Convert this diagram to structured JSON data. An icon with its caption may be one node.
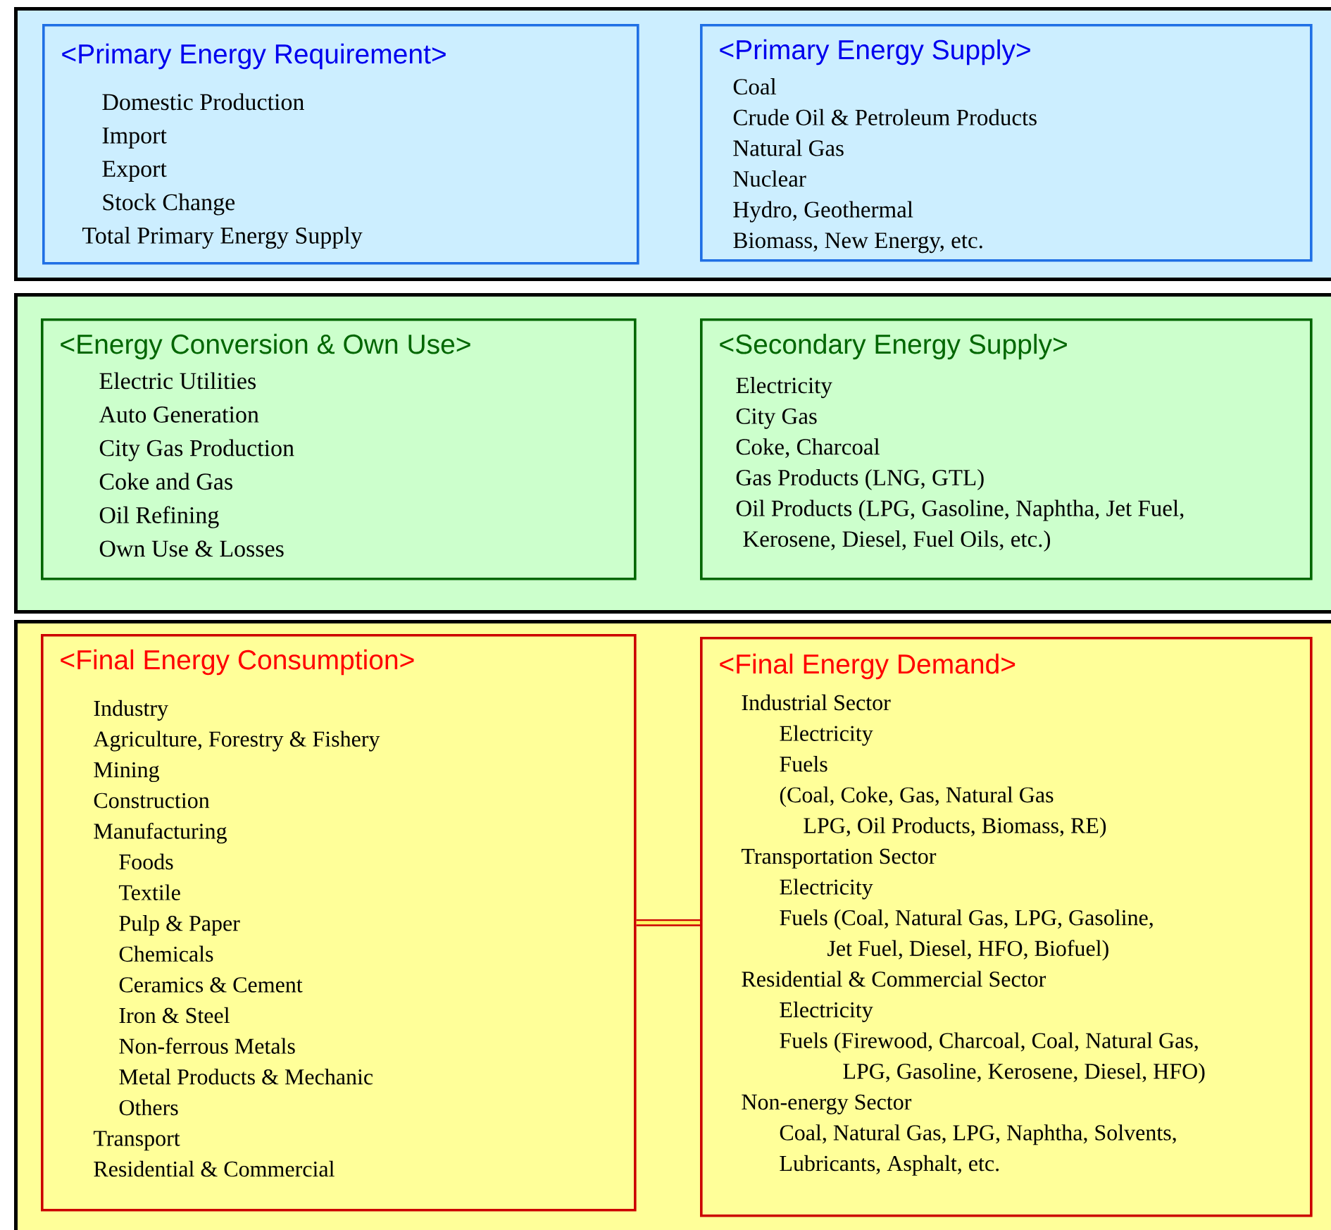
{
  "diagram": {
    "nodes": [
      {
        "text": [],
        "shape": "box"
      },
      {
        "text": [
          "<Primary Energy Requirement>",
          "Domestic Production",
          "Import",
          "Export",
          "Stock Change",
          "Total Primary Energy Supply"
        ],
        "in": 0
      },
      {
        "text": [
          "<Primary Energy Supply>",
          "Coal",
          "Crude Oil & Petroleum Products",
          "Natural Gas",
          "Nuclear",
          "Hydro, Geothermal",
          "Biomass, New Energy, etc."
        ],
        "in": 0
      },
      {
        "text": [],
        "shape": "box"
      },
      {
        "text": [
          "<Energy Conversion & Own Use>",
          "Electric Utilities",
          "Auto Generation",
          "City Gas Production",
          "Coke and Gas",
          "Oil Refining",
          "Own Use & Losses"
        ],
        "in": 3
      },
      {
        "text": [
          "<Secondary Energy Supply>",
          "Electricity",
          "City Gas",
          "Coke, Charcoal",
          "Gas Products (LNG, GTL)",
          "Oil Products (LPG, Gasoline, Naphtha, Jet Fuel, Kerosene, Diesel, Fuel Oils, etc.)"
        ],
        "in": 3
      },
      {
        "text": [],
        "shape": "box"
      },
      {
        "text": [
          "<Final Energy Consumption>",
          "Industry",
          "Agriculture, Forestry & Fishery",
          "Mining",
          "Construction",
          "Manufacturing",
          "Foods",
          "Textile",
          "Pulp & Paper",
          "Chemicals",
          "Ceramics & Cement",
          "Iron & Steel",
          "Non-ferrous Metals",
          "Metal Products & Mechanic",
          "Others",
          "Transport",
          "Residential & Commercial"
        ],
        "in": 6
      },
      {
        "text": [
          "<Final Energy Demand>",
          "Industrial Sector",
          "Electricity",
          "Fuels",
          "(Coal, Coke, Gas, Natural Gas LPG, Oil Products, Biomass, RE)",
          "Transportation Sector",
          "Electricity",
          "Fuels (Coal, Natural Gas, LPG, Gasoline, Jet Fuel, Diesel, HFO, Biofuel)",
          "Residential & Commercial Sector",
          "Electricity",
          "Fuels (Firewood, Charcoal, Coal, Natural Gas, LPG, Gasoline, Kerosene, Diesel, HFO)",
          "Non-energy Sector",
          "Coal, Natural Gas, LPG, Naphtha, Solvents, Lubricants, Asphalt, etc."
        ],
        "in": 6
      }
    ],
    "edges": [
      {
        "from": 7,
        "to": 8,
        "arrow": "none"
      }
    ]
  }
}
